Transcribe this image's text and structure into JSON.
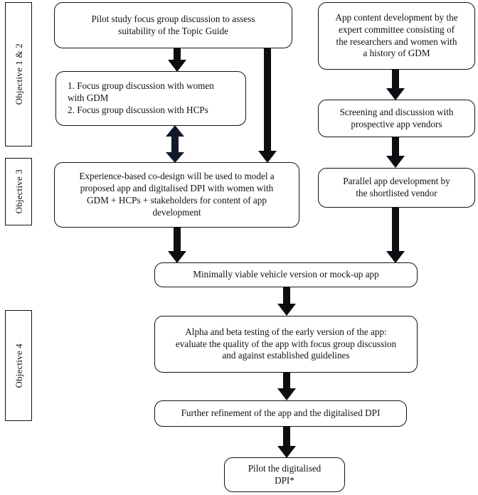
{
  "diagram": {
    "title": "Study design flowchart for app and digitalised DPI development",
    "background_color": "#ffffff",
    "stroke_color": "#121212",
    "arrow_color": "#0d0d12",
    "double_arrow_color": "#13182b"
  },
  "objectives": [
    {
      "id": "obj12",
      "label": "Objective 1 & 2"
    },
    {
      "id": "obj3",
      "label": "Objective 3"
    },
    {
      "id": "obj4",
      "label": "Objective 4"
    }
  ],
  "nodes": {
    "pilot_focus_group": {
      "text": "Pilot study focus group discussion to assess\nsuitability of the Topic Guide"
    },
    "focus_group_list": {
      "text": "  1. Focus group discussion with women\nwith GDM\n2. Focus group discussion with HCPs"
    },
    "app_content_development": {
      "text": "App content development by the\nexpert committee consisting of\nthe researchers and women with\na history of GDM"
    },
    "screening_vendors": {
      "text": "Screening and discussion with\nprospective app vendors"
    },
    "co_design": {
      "text": "Experience-based co-design will be used to model a\nproposed app and digitalised DPI with women with\nGDM + HCPs + stakeholders for content of app\ndevelopment"
    },
    "parallel_development": {
      "text": "Parallel app development by\nthe shortlisted vendor"
    },
    "mvp_mockup": {
      "text": "Minimally viable vehicle version or mock-up app"
    },
    "alpha_beta_testing": {
      "text": "Alpha and beta testing of the early version of the app:\nevaluate the quality of the app with focus group discussion\nand against established guidelines"
    },
    "further_refinement": {
      "text": "Further refinement of the app and the digitalised DPI"
    },
    "pilot_digitalised_dpi": {
      "text": "Pilot the digitalised\nDPI*"
    }
  },
  "connectors": [
    {
      "id": "pilot-to-focusgroup",
      "kind": "down"
    },
    {
      "id": "pilot-to-codesign",
      "kind": "down"
    },
    {
      "id": "focusgroup-to-codesign",
      "kind": "double"
    },
    {
      "id": "appcontent-to-screening",
      "kind": "down"
    },
    {
      "id": "screening-to-parallel",
      "kind": "down"
    },
    {
      "id": "parallel-to-mvp",
      "kind": "down"
    },
    {
      "id": "codesign-to-mvp",
      "kind": "down"
    },
    {
      "id": "mvp-to-alphabeta",
      "kind": "down"
    },
    {
      "id": "alphabeta-to-refinement",
      "kind": "down"
    },
    {
      "id": "refinement-to-pilotdpi",
      "kind": "down"
    }
  ]
}
